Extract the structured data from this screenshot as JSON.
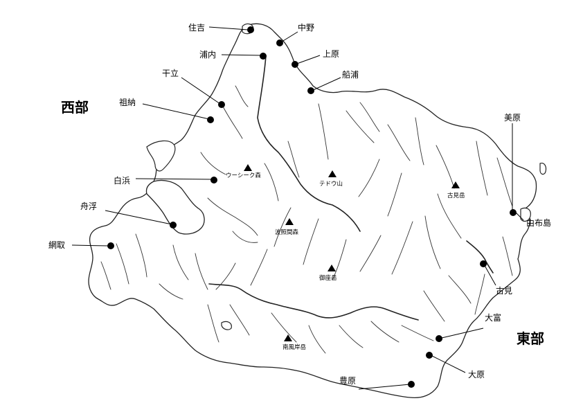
{
  "regions": {
    "west": "西部",
    "east": "東部"
  },
  "places": {
    "sumiyoshi": "住吉",
    "nakano": "中野",
    "uranouchi": "浦内",
    "uehara": "上原",
    "hoshidate": "干立",
    "funaura": "船浦",
    "sonai": "祖納",
    "mihara": "美原",
    "shirahama": "白浜",
    "funauki": "舟浮",
    "yubujima": "由布島",
    "amitori": "網取",
    "komi": "古見",
    "otomi": "大富",
    "ohara": "大原",
    "toyohara": "豊原"
  },
  "mountains": {
    "urshiku": "ウーシーク森",
    "tedou": "テドウ山",
    "komidake": "古見岳",
    "hateruma": "波照間森",
    "goza": "御座岳",
    "minamikaze": "南風岸岳"
  }
}
